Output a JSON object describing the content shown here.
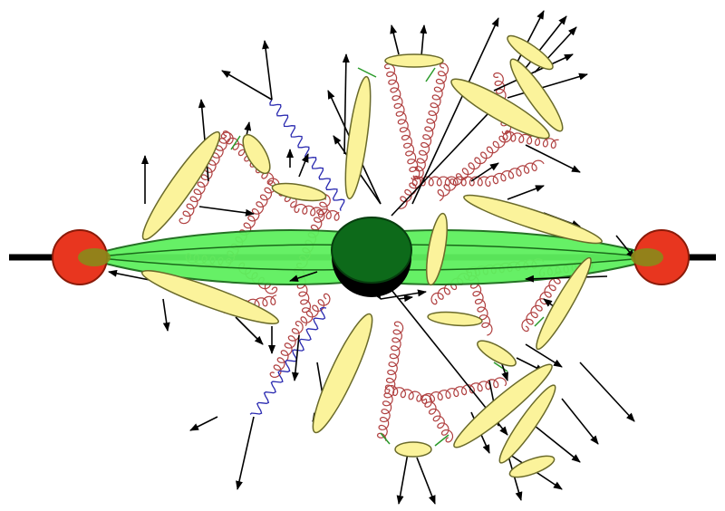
{
  "diagram": {
    "colors": {
      "background": "#ffffff",
      "beam_line": "#000000",
      "hadron": "#e8361f",
      "hadron_stroke": "#8a1a08",
      "hadron_core": "#8a8a1a",
      "parton_flux": "#5ef05e",
      "parton_flux_stroke": "#1a6a1a",
      "hard_process": "#0d6a1a",
      "hard_process_shadow": "#000000",
      "cluster_fill": "#fbf39b",
      "cluster_stroke": "#6a6a2a",
      "gluon": "#b04040",
      "photon": "#2a2ab0",
      "split": "#2a9a2a",
      "particle": "#000000"
    },
    "icons": {
      "incoming_hadron": "red-circle",
      "hard_scatter": "dark-green-blob",
      "hadronization_cluster": "yellow-ellipse",
      "gluon_emission": "curly-line",
      "photon_emission": "wavy-line",
      "final_state_particle": "arrow"
    }
  }
}
